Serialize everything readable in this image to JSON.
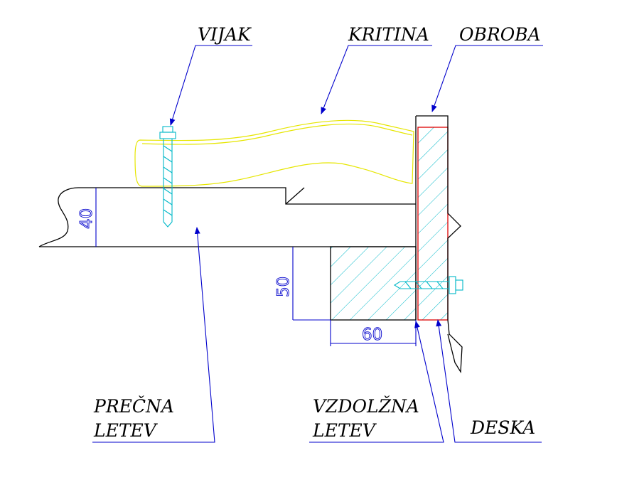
{
  "labels": {
    "vijak": "VIJAK",
    "kritina": "KRITINA",
    "obroba": "OBROBA",
    "precna_line1": "PREČNA",
    "precna_line2": "LETEV",
    "vzdolzna_line1": "VZDOLŽNA",
    "vzdolzna_line2": "LETEV",
    "deska": "DESKA"
  },
  "dimensions": {
    "height_cross_batten": "40",
    "height_long_batten": "50",
    "width_long_batten": "60"
  },
  "colors": {
    "outline": "#000000",
    "leader": "#0000cc",
    "roofing": "#e6e600",
    "hatch": "#00b8c8",
    "board_edge": "#dd0000"
  }
}
